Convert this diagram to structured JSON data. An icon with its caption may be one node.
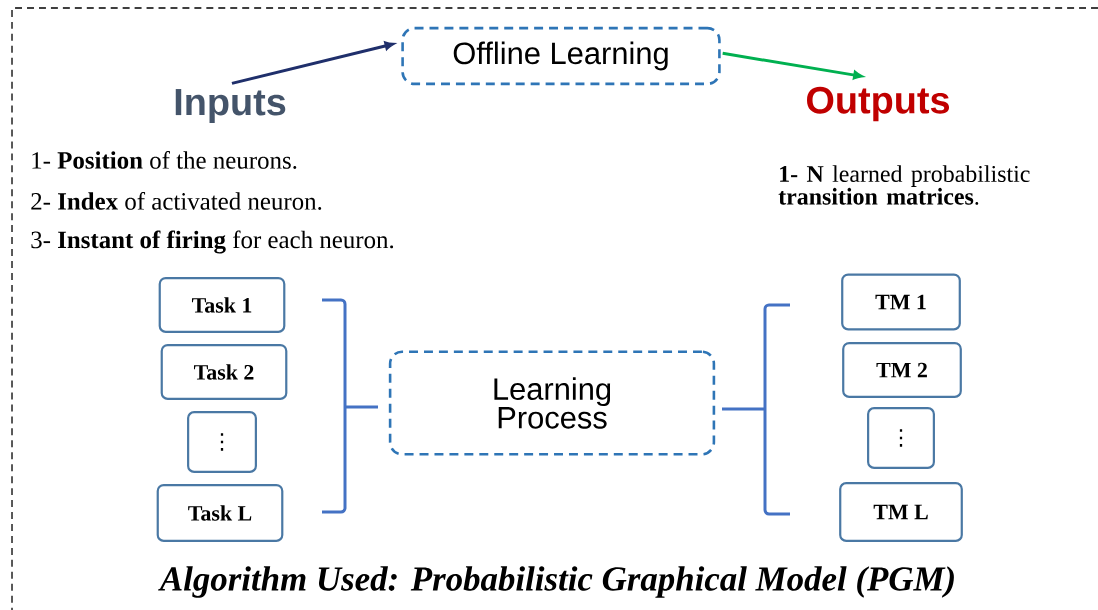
{
  "diagram": {
    "caption": "Algorithm Used: Probabilistic Graphical Model (PGM)",
    "nodes": [
      {
        "text": [
          "Offline Learning"
        ]
      },
      {
        "text": [
          "Inputs"
        ]
      },
      {
        "text": [
          "Outputs"
        ]
      },
      {
        "text": [
          "Task 1"
        ]
      },
      {
        "text": [
          "Task 2"
        ]
      },
      {
        "text": [
          "⋮"
        ]
      },
      {
        "text": [
          "Task L"
        ]
      },
      {
        "text": [
          "Learning Process"
        ]
      },
      {
        "text": [
          "TM 1"
        ]
      },
      {
        "text": [
          "TM 2"
        ]
      },
      {
        "text": [
          "⋮"
        ]
      },
      {
        "text": [
          "TM L"
        ]
      }
    ],
    "edges": [
      {
        "from": 1,
        "to": 0,
        "arrow": "to",
        "color": "#1f2f6b"
      },
      {
        "from": 0,
        "to": 2,
        "arrow": "to",
        "color": "#00b050"
      }
    ],
    "labels": [
      "1- **Position** of the neurons.",
      "2- **Index** of activated neuron.",
      "3- **Instant of firing** for each neuron.",
      "**1- N** learned probabilistic **transition matrices**."
    ]
  }
}
